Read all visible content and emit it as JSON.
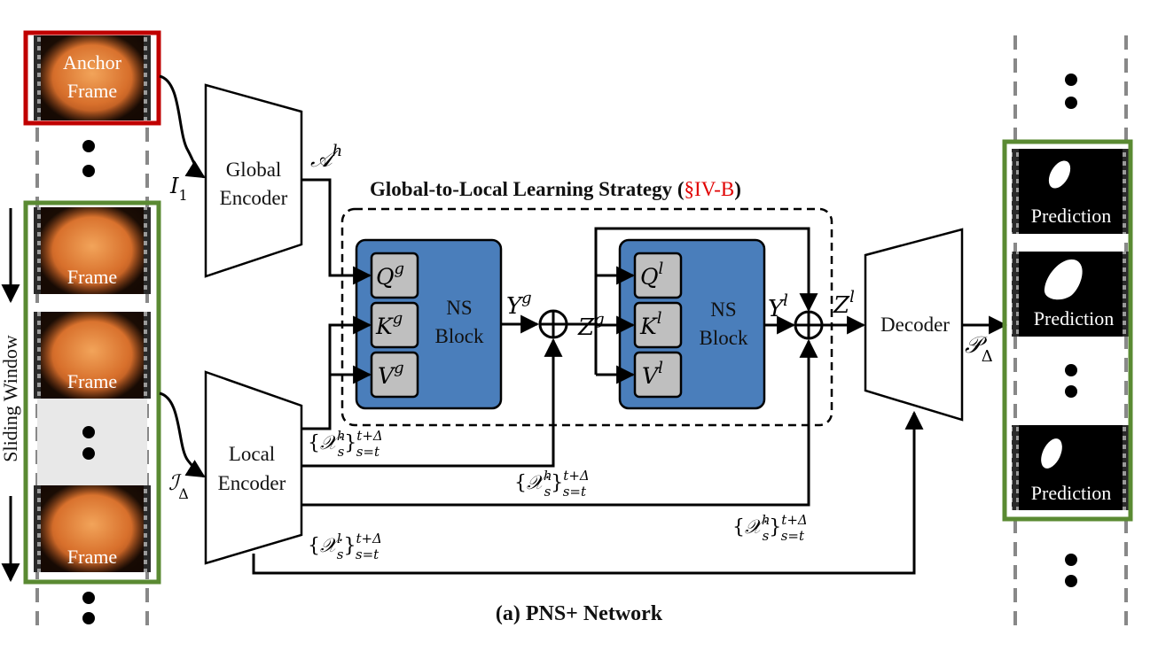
{
  "caption": "(a) PNS+ Network",
  "strategy": {
    "title": "Global-to-Local Learning Strategy (",
    "ref": "§IV-B",
    "close": ")"
  },
  "frames": {
    "anchor_line1": "Anchor",
    "anchor_line2": "Frame",
    "frame": "Frame",
    "sliding_window": "Sliding Window"
  },
  "encoders": {
    "global_line1": "Global",
    "global_line2": "Encoder",
    "local_line1": "Local",
    "local_line2": "Encoder"
  },
  "decoder": "Decoder",
  "ns_block": {
    "line1": "NS",
    "line2": "Block"
  },
  "symbols": {
    "I": "I",
    "I_sub": "1",
    "A": "𝒜",
    "A_sup": "h",
    "Ical": "ℐ",
    "Ical_sub": "Δ",
    "Q": "Q",
    "K": "K",
    "V": "V",
    "g": "g",
    "l": "l",
    "Y": "Y",
    "Z": "Z",
    "P": "𝒫",
    "P_sub": "Δ",
    "X": "𝒳",
    "h": "h",
    "s": "s",
    "range_sup": "t+Δ",
    "range_sub": "s=t",
    "brace_open": "{",
    "brace_close": "}"
  },
  "predictions": {
    "label": "Prediction"
  },
  "colors": {
    "anchor_border": "#c00000",
    "window_border": "#5a8a32",
    "ns_block": "#4a7ebb",
    "qkv_box": "#bfbfbf",
    "ref_red": "#e00000",
    "endo_base": "#d86a2a"
  }
}
